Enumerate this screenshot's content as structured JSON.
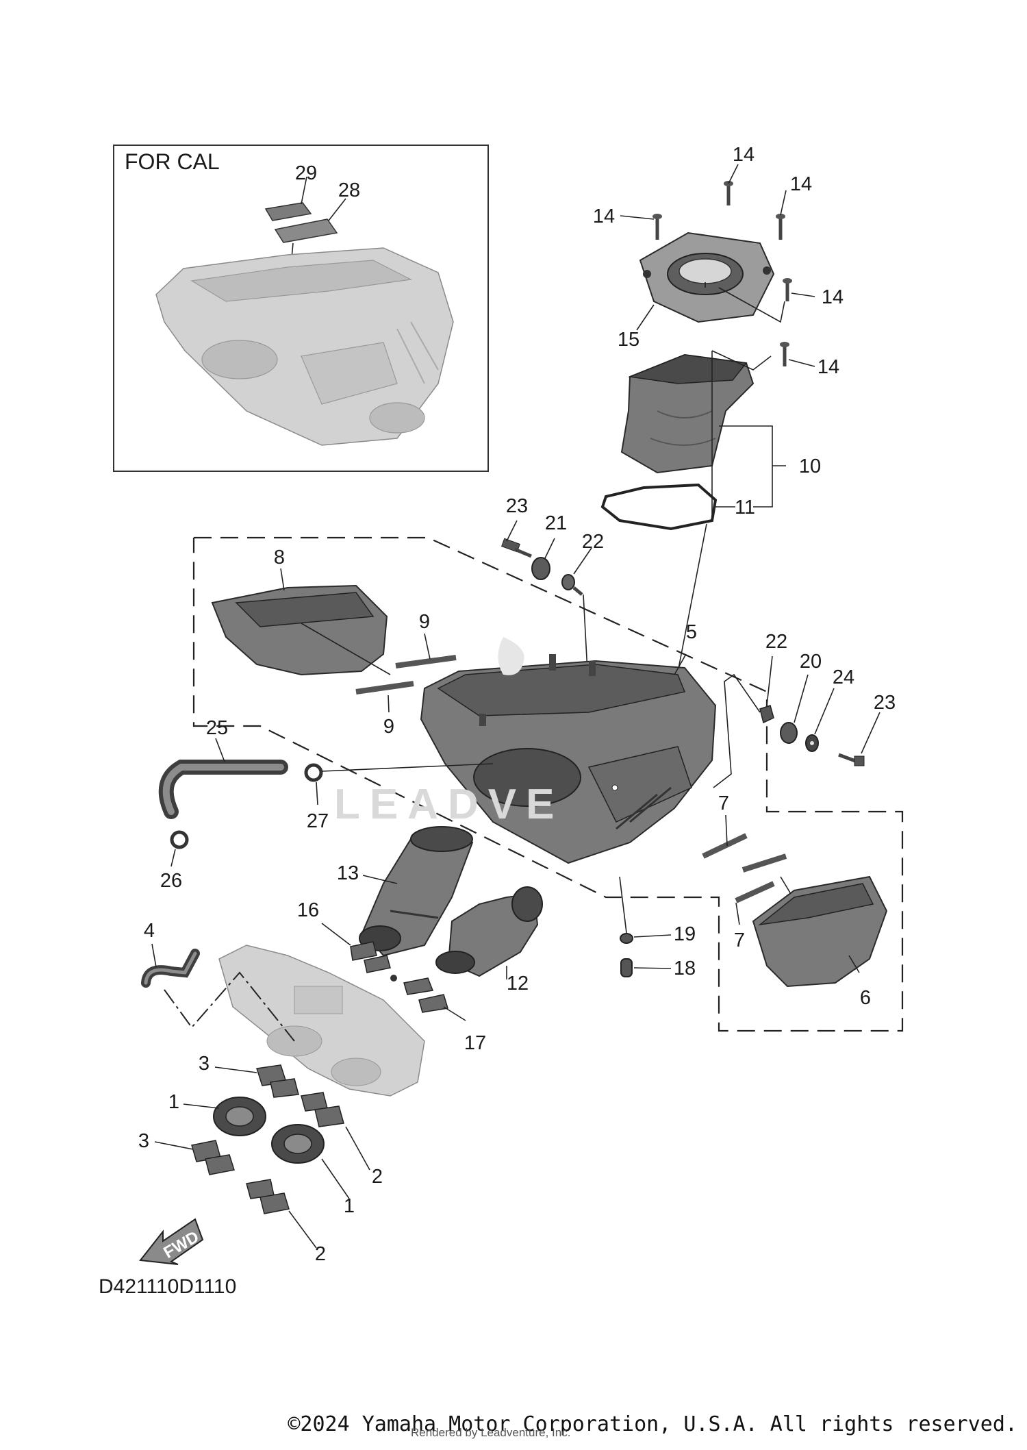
{
  "diagram": {
    "inset_title": "FOR CAL",
    "diagram_code": "D421110D1110",
    "fwd_label": "FWD",
    "watermark": "LEADVE"
  },
  "callouts": {
    "c29": "29",
    "c28": "28",
    "c14a": "14",
    "c14b": "14",
    "c14c": "14",
    "c14d": "14",
    "c14e": "14",
    "c15": "15",
    "c10": "10",
    "c11": "11",
    "c23a": "23",
    "c21": "21",
    "c22a": "22",
    "c8": "8",
    "c9a": "9",
    "c9b": "9",
    "c5": "5",
    "c22b": "22",
    "c20": "20",
    "c24": "24",
    "c23b": "23",
    "c25": "25",
    "c27": "27",
    "c26": "26",
    "c7a": "7",
    "c7b": "7",
    "c13": "13",
    "c16": "16",
    "c12": "12",
    "c19": "19",
    "c18": "18",
    "c6": "6",
    "c4": "4",
    "c17": "17",
    "c3a": "3",
    "c1a": "1",
    "c3b": "3",
    "c2a": "2",
    "c1b": "1",
    "c2b": "2"
  },
  "footer": {
    "copyright": "©2024 Yamaha Motor Corporation, U.S.A. All rights reserved.",
    "rendered_by": "Rendered by Leadventure, Inc."
  }
}
